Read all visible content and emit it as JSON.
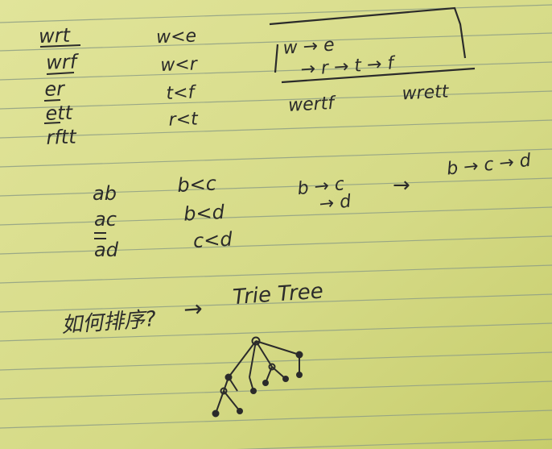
{
  "colors": {
    "paper": "#d8dc8a",
    "paper_shadow": "#c9cf6f",
    "rule_line": "#8f9f85",
    "ink": "#2b2b2b"
  },
  "block1": {
    "words": [
      "wrt",
      "wrf",
      "er",
      "ett",
      "rftt"
    ],
    "relations": [
      "w<e",
      "w<r",
      "t<f",
      "r<t"
    ],
    "graph": {
      "top_path": "w → e",
      "bottom_path": "→ r → t → f"
    },
    "results": [
      "wertf",
      "wrett"
    ]
  },
  "block2": {
    "words": [
      "ab",
      "ac",
      "ad"
    ],
    "relations": [
      "b<c",
      "b<d",
      "c<d"
    ],
    "graph_a": "b → c",
    "graph_b": "→ d",
    "arrow": "→",
    "result": "b → c → d"
  },
  "block3": {
    "question": "如何排序?",
    "arrow": "→",
    "answer": "Trie Tree"
  }
}
